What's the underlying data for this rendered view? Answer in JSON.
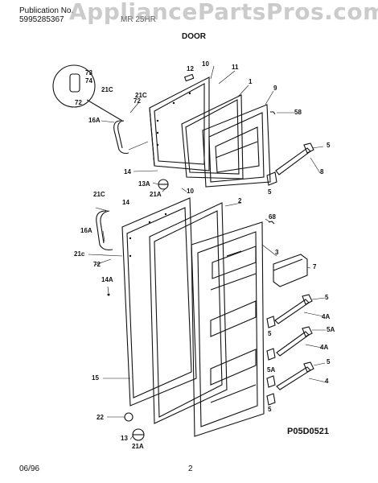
{
  "header": {
    "publication_label": "Publication No.",
    "publication_number": "5995285367",
    "model_fragment": "MR 25HR",
    "watermark": "AppliancePartsPros.com",
    "section_title": "DOOR"
  },
  "footer": {
    "date": "06/96",
    "page": "2",
    "diagram_code": "P05D0521"
  },
  "callouts": [
    "12",
    "10",
    "11",
    "1",
    "9",
    "58",
    "73",
    "74",
    "72",
    "21C",
    "72",
    "16A",
    "21C",
    "14",
    "13A",
    "21A",
    "10",
    "21C",
    "14",
    "2",
    "68",
    "3",
    "16A",
    "21c",
    "72",
    "14A",
    "7",
    "5",
    "4A",
    "5A",
    "4A",
    "5",
    "5A",
    "4",
    "5",
    "5",
    "8",
    "5",
    "15",
    "22",
    "13",
    "21A",
    "5"
  ]
}
